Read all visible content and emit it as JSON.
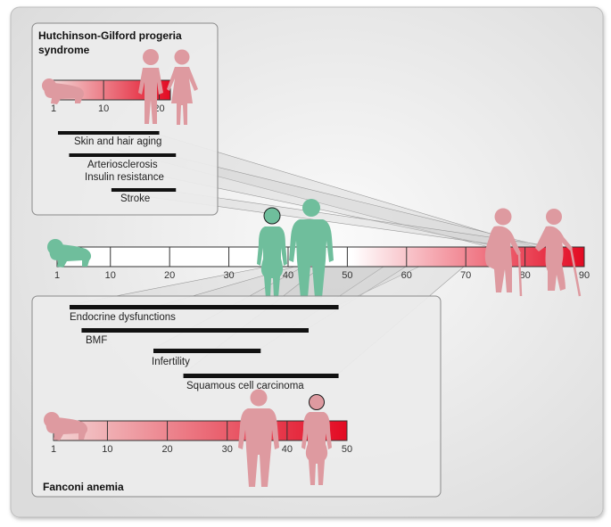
{
  "colors": {
    "disease_bar_start": "#f3d4d4",
    "disease_bar_end": "#e30a22",
    "normal_bar_fade_start": "#ffffff",
    "pink_figure": "#de9aa0",
    "green_figure": "#6fbe9c",
    "onset_bar": "#111111",
    "connector_fill": "#cfcfcf"
  },
  "hgps": {
    "title_line1": "Hutchinson-Gilford progeria",
    "title_line2": "syndrome",
    "ticks": [
      "1",
      "10",
      "20"
    ],
    "bars": [
      {
        "label": "Skin and hair aging",
        "start": 1,
        "end": 20
      },
      {
        "label": "Arteriosclerosis",
        "start": 3,
        "end": 23
      },
      {
        "label": "Insulin resistance",
        "start": 3,
        "end": 23
      },
      {
        "label": "Stroke",
        "start": 9,
        "end": 23
      }
    ]
  },
  "normal": {
    "ticks": [
      "1",
      "10",
      "20",
      "30",
      "40",
      "50",
      "60",
      "70",
      "80",
      "90"
    ]
  },
  "fanconi": {
    "title": "Fanconi anemia",
    "ticks": [
      "1",
      "10",
      "20",
      "30",
      "40",
      "50"
    ],
    "bars": [
      {
        "label": "Endocrine dysfunctions",
        "start": 1,
        "end": 48
      },
      {
        "label": "BMF",
        "start": 3,
        "end": 43
      },
      {
        "label": "Infertility",
        "start": 15,
        "end": 35
      },
      {
        "label": "Squamous cell carcinoma",
        "start": 20,
        "end": 48
      }
    ]
  },
  "icons": {
    "baby": "crawling-baby-icon",
    "child": "child-icon",
    "adult_woman": "woman-icon",
    "adult_man": "man-icon",
    "elderly_man": "elderly-man-with-cane-icon",
    "elderly_woman": "elderly-woman-with-cane-icon"
  }
}
